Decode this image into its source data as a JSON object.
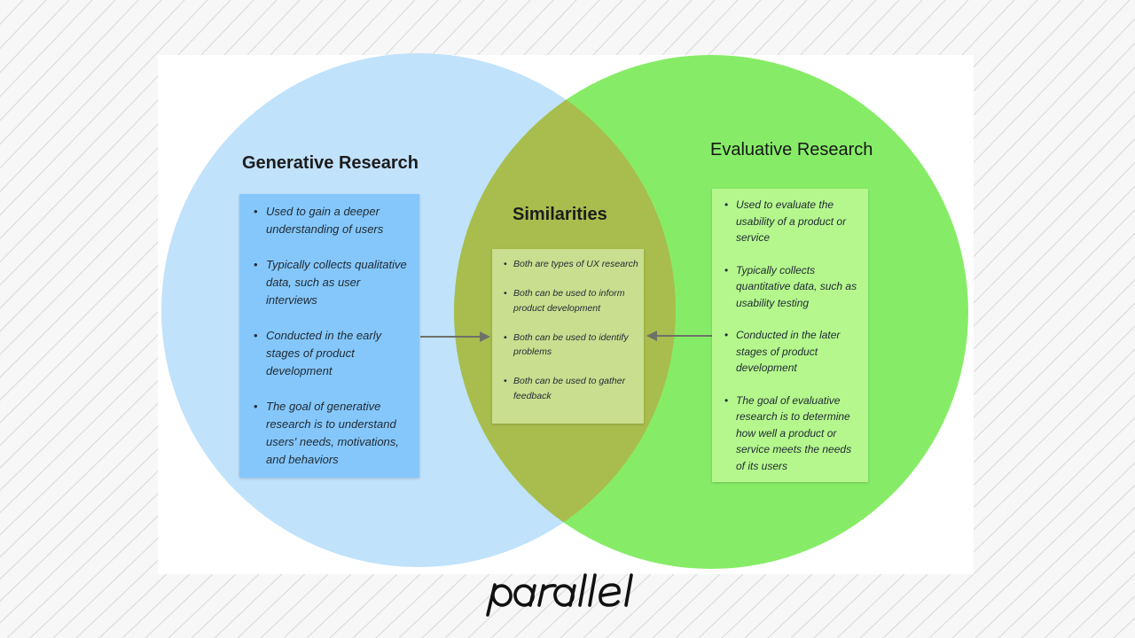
{
  "generative": {
    "title": "Generative Research",
    "color": "#c0e2fb",
    "items": [
      "Used to gain a deeper understanding of users",
      "Typically collects qualitative data, such as user interviews",
      "Conducted in the early stages of product development",
      "The goal of generative research is to understand users' needs, motivations, and behaviors"
    ]
  },
  "evaluative": {
    "title": "Evaluative Research",
    "color": "#86ec67",
    "items": [
      "Used to evaluate the usability of a product or service",
      "Typically collects quantitative data, such as usability testing",
      "Conducted in the later stages of product development",
      "The goal of evaluative research is to determine how well a product or service meets the needs of its users"
    ]
  },
  "similarities": {
    "title": "Similarities",
    "color": "#a8bd4d",
    "items": [
      "Both are types of UX research",
      "Both can be used to inform product development",
      "Both can be used to identify problems",
      "Both can be used to gather feedback"
    ]
  },
  "logo": {
    "text": "parallel",
    "icon": "parallel-wordmark-icon"
  }
}
